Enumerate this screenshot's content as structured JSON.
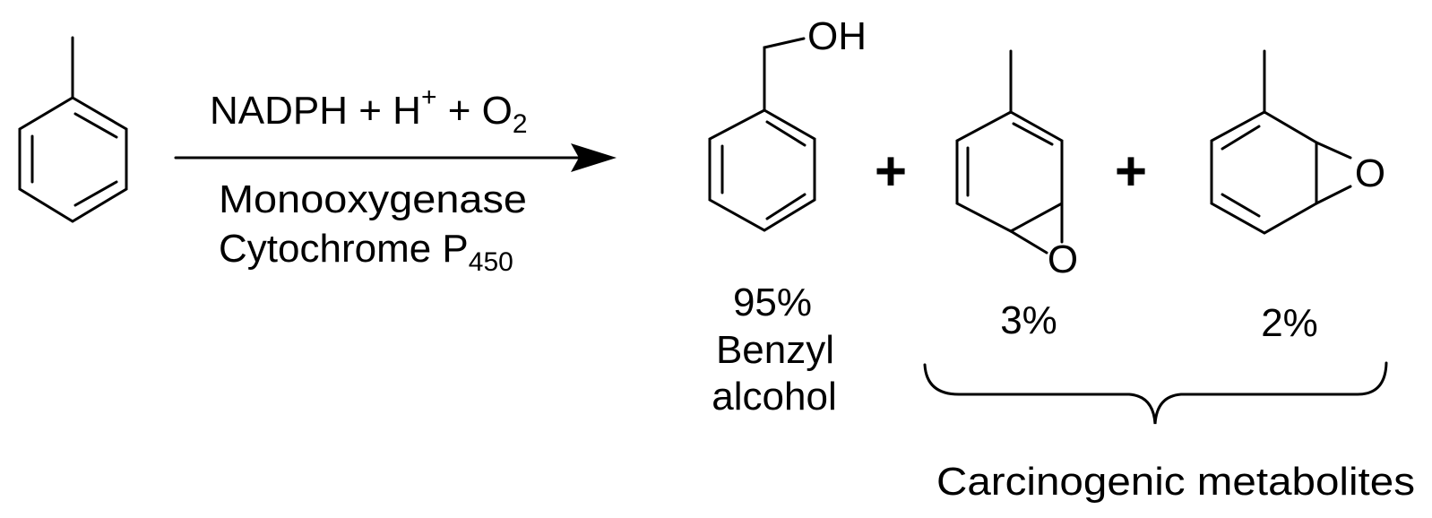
{
  "reaction": {
    "reagents": {
      "main": "NADPH + H",
      "superscript": "+",
      "mid": " + O",
      "subscript": "2"
    },
    "catalyst_line1": "Monooxygenase",
    "catalyst_line2": {
      "main": "Cytochrome P",
      "subscript": "450"
    }
  },
  "products": {
    "benzyl_alcohol": {
      "group": "OH",
      "percent": "95%",
      "name_line1": "Benzyl",
      "name_line2": "alcohol"
    },
    "plus_sign": "+",
    "epoxide_a": {
      "atom": "O",
      "percent": "3%"
    },
    "epoxide_b": {
      "atom": "O",
      "percent": "2%"
    }
  },
  "brace_label": "Carcinogenic metabolites"
}
